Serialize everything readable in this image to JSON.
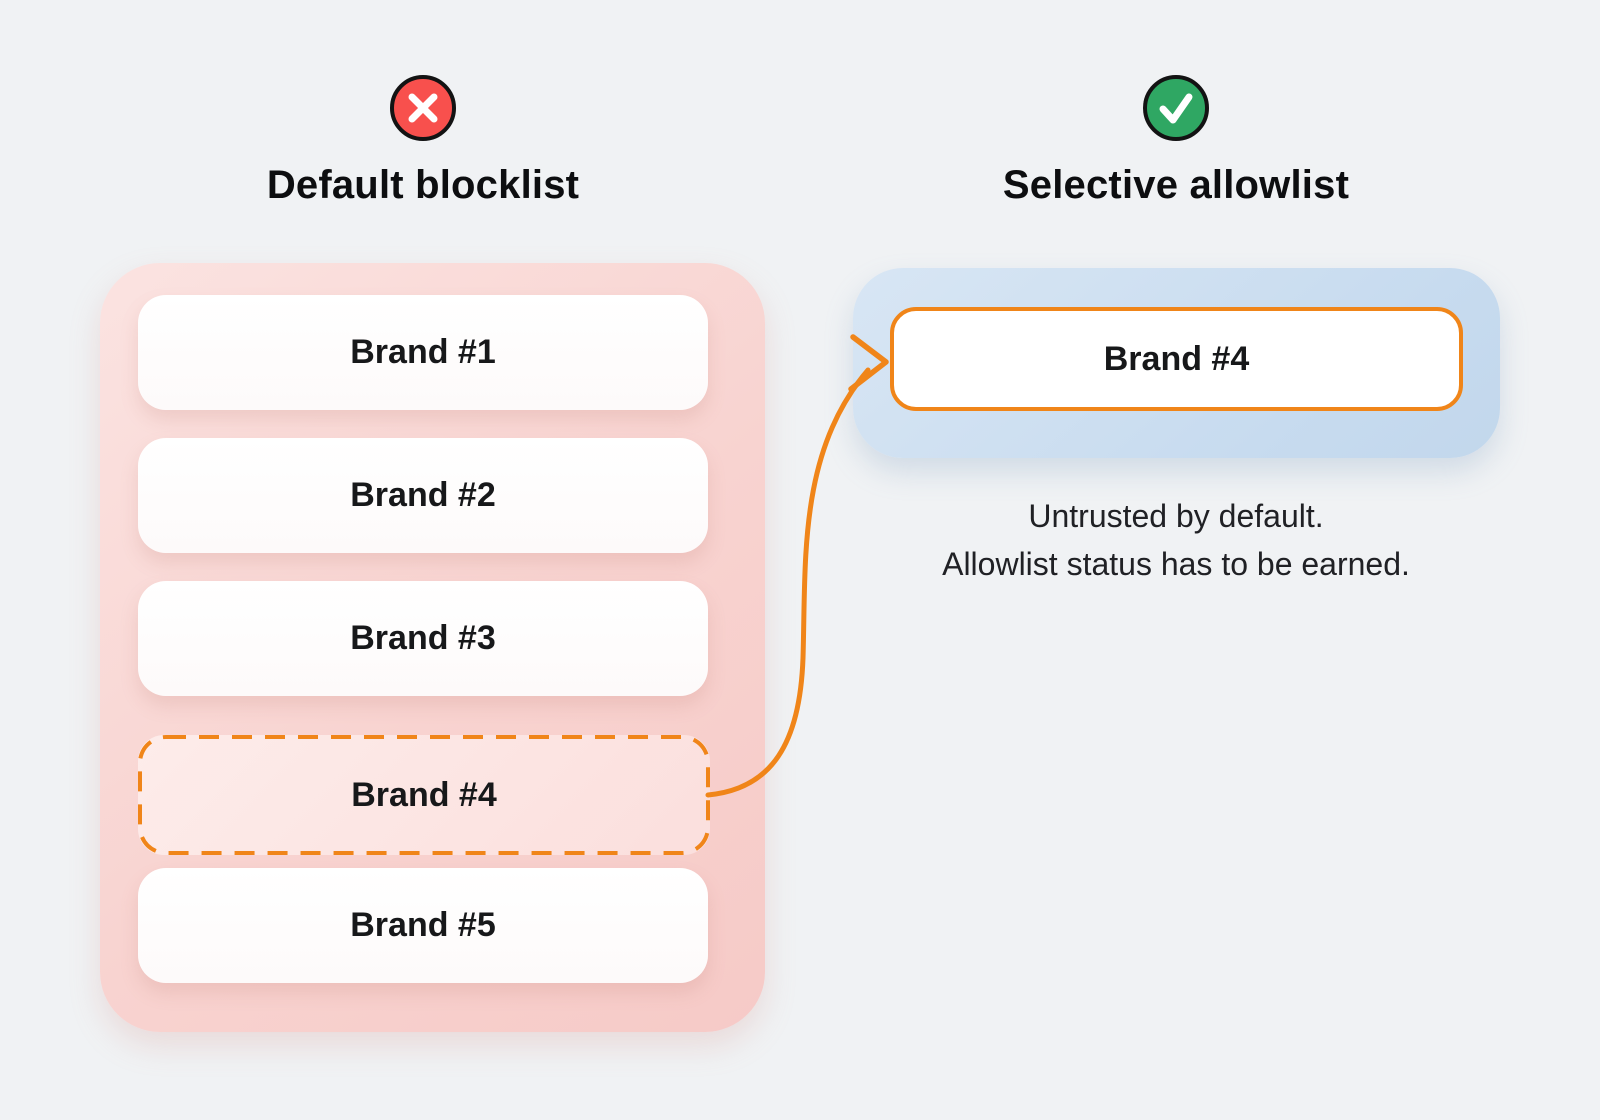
{
  "left": {
    "icon": "cross-circle-icon",
    "title": "Default blocklist",
    "items": [
      {
        "label": "Brand #1"
      },
      {
        "label": "Brand #2"
      },
      {
        "label": "Brand #3"
      },
      {
        "label": "Brand #4"
      },
      {
        "label": "Brand #5"
      }
    ],
    "highlighted_item": "Brand #4"
  },
  "right": {
    "icon": "check-circle-icon",
    "title": "Selective allowlist",
    "card": {
      "label": "Brand #4"
    },
    "caption_line1": "Untrusted by default.",
    "caption_line2": "Allowlist status has to be earned."
  },
  "colors": {
    "background": "#f0f2f4",
    "blocklist_pink": "#f8d3d0",
    "blocklist_card_pink": "#fbe3e1",
    "allowlist_blue": "#c7dbef",
    "accent_orange": "#f08519",
    "error_red": "#f8504d",
    "success_green": "#2fa763",
    "text_dark": "#141518"
  }
}
